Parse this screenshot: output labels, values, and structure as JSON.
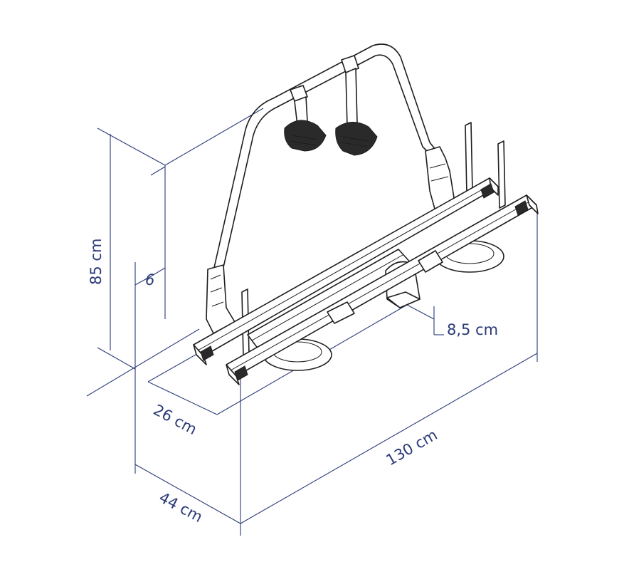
{
  "diagram": {
    "subject": "caravan bike rack",
    "dimensions": {
      "height": "85 cm",
      "offset": "6",
      "depth_arm": "8,5 cm",
      "rail_depth": "26 cm",
      "width": "130 cm",
      "depth": "44 cm"
    },
    "colors": {
      "dimension_lines": "#2b3a78",
      "rack_outline": "#1e1e1e"
    }
  }
}
